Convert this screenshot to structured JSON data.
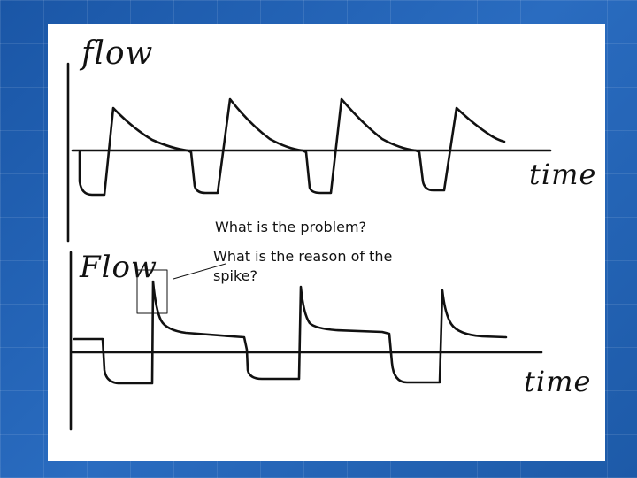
{
  "colors": {
    "background": "#1f5fb0",
    "paper": "#ffffff",
    "ink": "#111111"
  },
  "top_graph": {
    "y_label": "flow",
    "x_label": "time"
  },
  "bottom_graph": {
    "y_label": "Flow",
    "x_label": "time"
  },
  "questions": {
    "q1": "What is the problem?",
    "q2": "What is the reason of the spike?"
  }
}
